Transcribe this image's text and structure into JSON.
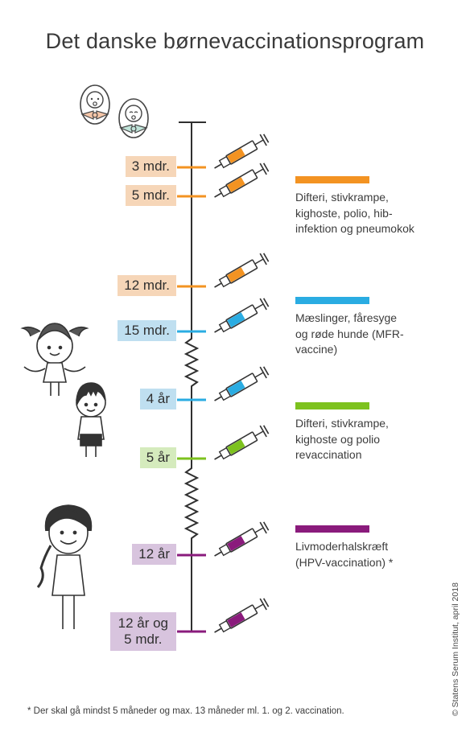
{
  "title": "Det danske børnevaccinationsprogram",
  "colors": {
    "orange": "#f39322",
    "blue": "#2aace2",
    "green": "#7dc21e",
    "purple": "#8a1b7c",
    "orange_bg": "#f6d6b8",
    "blue_bg": "#bfdff0",
    "green_bg": "#d5ebbd",
    "purple_bg": "#d8c4de"
  },
  "timeline": [
    {
      "label": "3 mdr.",
      "y": 0,
      "group": "orange"
    },
    {
      "label": "5 mdr.",
      "y": 0,
      "group": "orange"
    },
    {
      "label": "12 mdr.",
      "y": 0,
      "group": "orange"
    },
    {
      "label": "15 mdr.",
      "y": 0,
      "group": "blue"
    },
    {
      "label": "4 år",
      "y": 0,
      "group": "blue"
    },
    {
      "label": "5 år",
      "y": 0,
      "group": "green"
    },
    {
      "label": "12 år",
      "y": 0,
      "group": "purple"
    },
    {
      "label": "12 år og\n5 mdr.",
      "y": 0,
      "group": "purple"
    }
  ],
  "legend": [
    {
      "group": "orange",
      "text": "Difteri, stivkrampe,\nkighoste, polio, hib-\ninfektion og pneumokok"
    },
    {
      "group": "blue",
      "text": "Mæslinger, fåresyge\nog røde hunde (MFR-\nvaccine)"
    },
    {
      "group": "green",
      "text": "Difteri, stivkrampe,\nkighoste og polio\nrevaccination"
    },
    {
      "group": "purple",
      "text": "Livmoderhalskræft\n(HPV-vaccination) *"
    }
  ],
  "footnote": "* Der skal gå mindst 5 måneder og max. 13 måneder ml. 1. og 2. vaccination.",
  "copyright": "© Statens Serum Institut, april 2018",
  "icons": [
    "baby-icon",
    "baby-icon",
    "girl-icon",
    "boy-icon",
    "teen-girl-icon",
    "syringe-icon"
  ]
}
